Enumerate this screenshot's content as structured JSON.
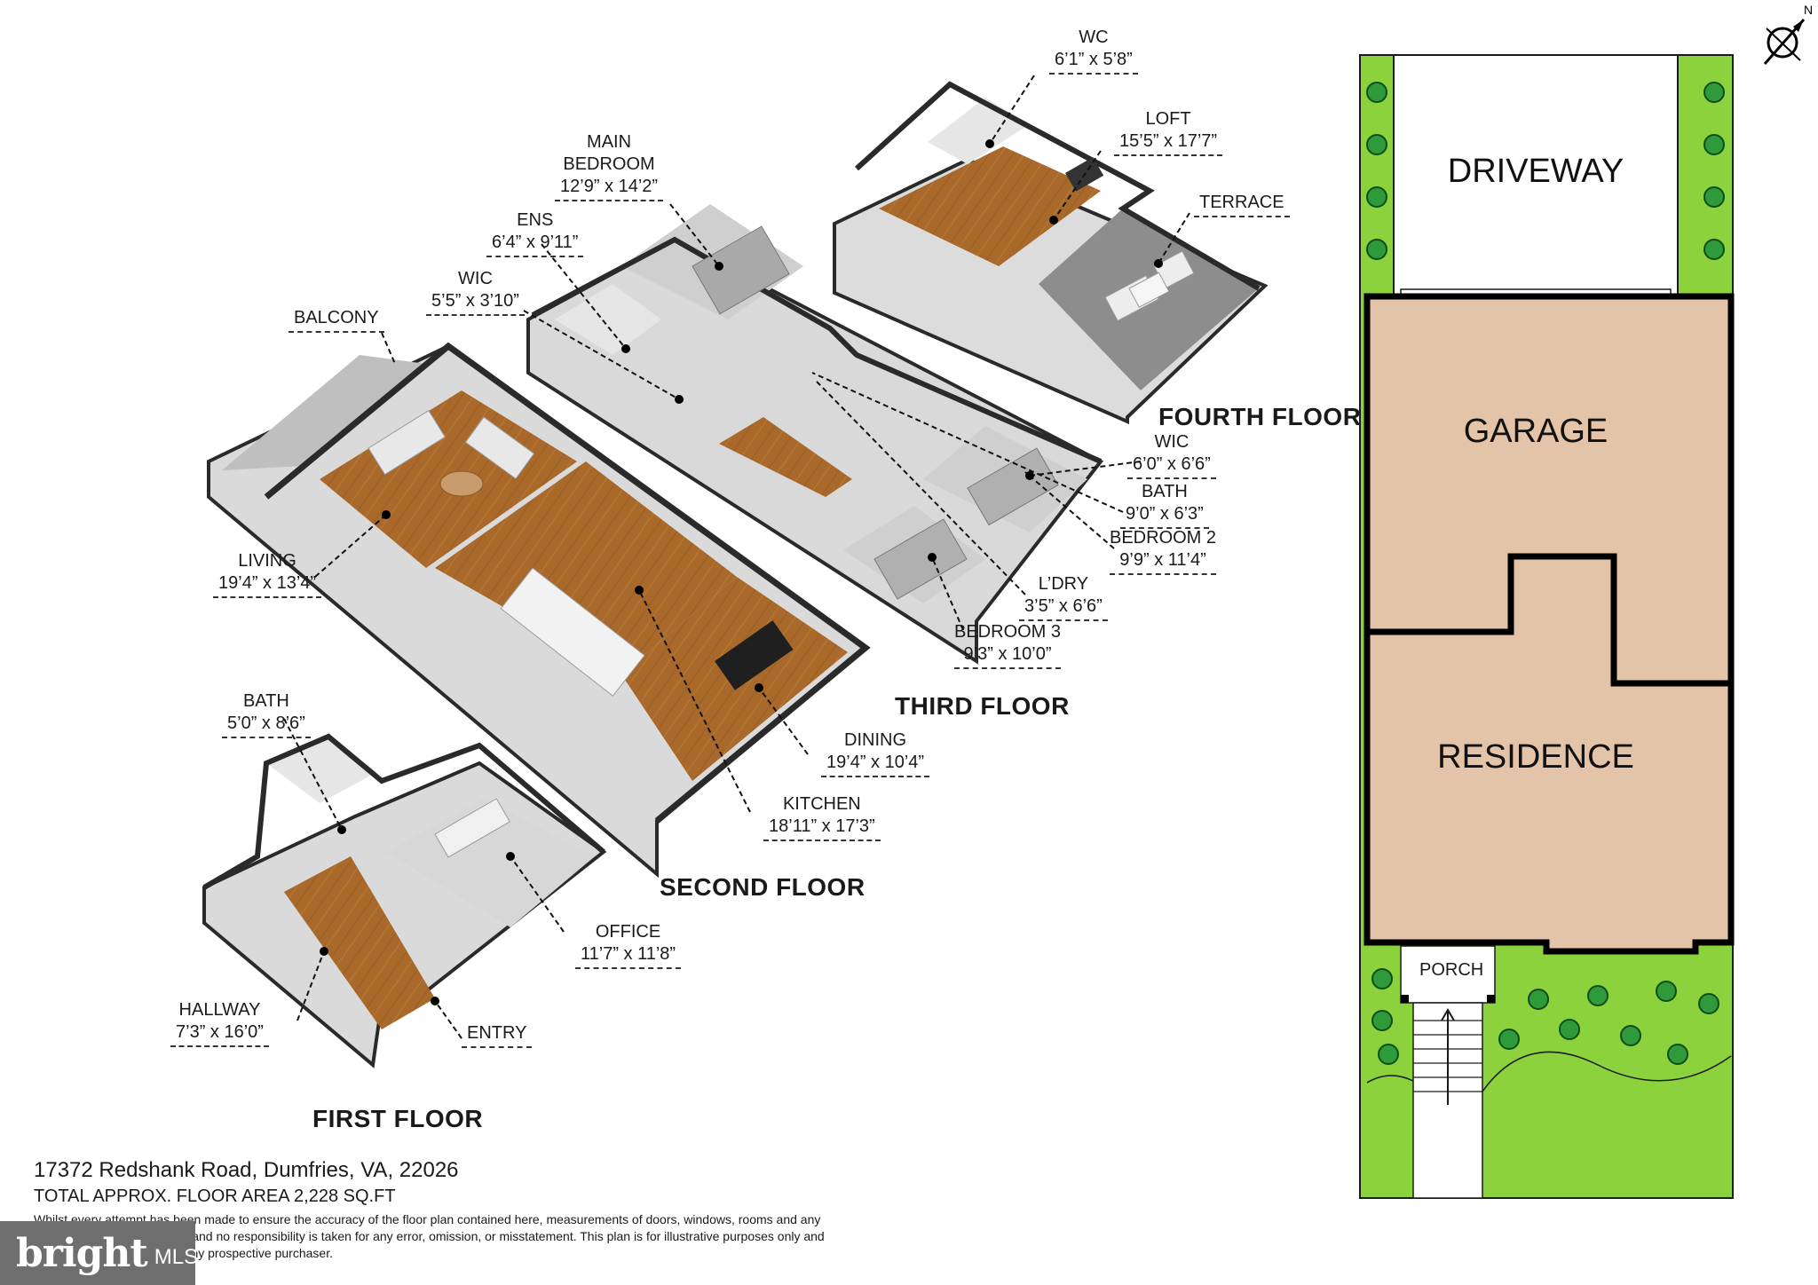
{
  "floors": {
    "fourth": "FOURTH FLOOR",
    "third": "THIRD FLOOR",
    "second": "SECOND FLOOR",
    "first": "FIRST FLOOR"
  },
  "rooms": {
    "wc": {
      "name": "WC",
      "dims": "6’1” x 5’8”"
    },
    "loft": {
      "name": "LOFT",
      "dims": "15’5” x 17’7”"
    },
    "terrace": {
      "name": "TERRACE"
    },
    "main_bedroom": {
      "name1": "MAIN",
      "name2": "BEDROOM",
      "dims": "12’9” x 14’2”"
    },
    "ens": {
      "name": "ENS",
      "dims": "6’4” x 9’11”"
    },
    "wic_third": {
      "name": "WIC",
      "dims": "5’5” x 3’10”"
    },
    "balcony": {
      "name": "BALCONY"
    },
    "wic_right": {
      "name": "WIC",
      "dims": "6’0” x 6’6”"
    },
    "bath_third": {
      "name": "BATH",
      "dims": "9’0” x 6’3”"
    },
    "bedroom2": {
      "name": "BEDROOM 2",
      "dims": "9’9” x 11’4”"
    },
    "laundry": {
      "name": "L’DRY",
      "dims": "3’5” x 6’6”"
    },
    "bedroom3": {
      "name": "BEDROOM 3",
      "dims": "9’3” x 10’0”"
    },
    "living": {
      "name": "LIVING",
      "dims": "19’4” x 13’4”"
    },
    "dining": {
      "name": "DINING",
      "dims": "19’4” x 10’4”"
    },
    "kitchen": {
      "name": "KITCHEN",
      "dims": "18’11” x 17’3”"
    },
    "bath_first": {
      "name": "BATH",
      "dims": "5’0” x 8’6”"
    },
    "office": {
      "name": "OFFICE",
      "dims": "11’7” x 11’8”"
    },
    "hallway": {
      "name": "HALLWAY",
      "dims": "7’3” x 16’0”"
    },
    "entry": {
      "name": "ENTRY"
    }
  },
  "site_plan": {
    "driveway": "DRIVEWAY",
    "garage": "GARAGE",
    "residence": "RESIDENCE",
    "porch": "PORCH"
  },
  "compass": {
    "north": "N"
  },
  "footer": {
    "address": "17372 Redshank Road, Dumfries, VA, 22026",
    "area": "TOTAL APPROX. FLOOR AREA 2,228 SQ.FT",
    "disclaimer": "Whilst every attempt has been made to ensure the accuracy of the floor plan contained here, measurements of doors, windows, rooms and any other items are approximate and no responsibility is taken for any error, omission, or misstatement. This plan is for illustrative purposes only and should be used as such by any prospective purchaser."
  },
  "watermark": {
    "brand": "bright",
    "suffix": "MLS"
  },
  "colors": {
    "wood": "#a8692a",
    "wall": "#2a2a2a",
    "wall_side": "#d9d9d9",
    "terrace_floor": "#8d8d8d",
    "tile_floor": "#e6e6e6",
    "lawn": "#8bd23d",
    "building": "#e3c4a8",
    "tree": "#2e9a3a"
  }
}
